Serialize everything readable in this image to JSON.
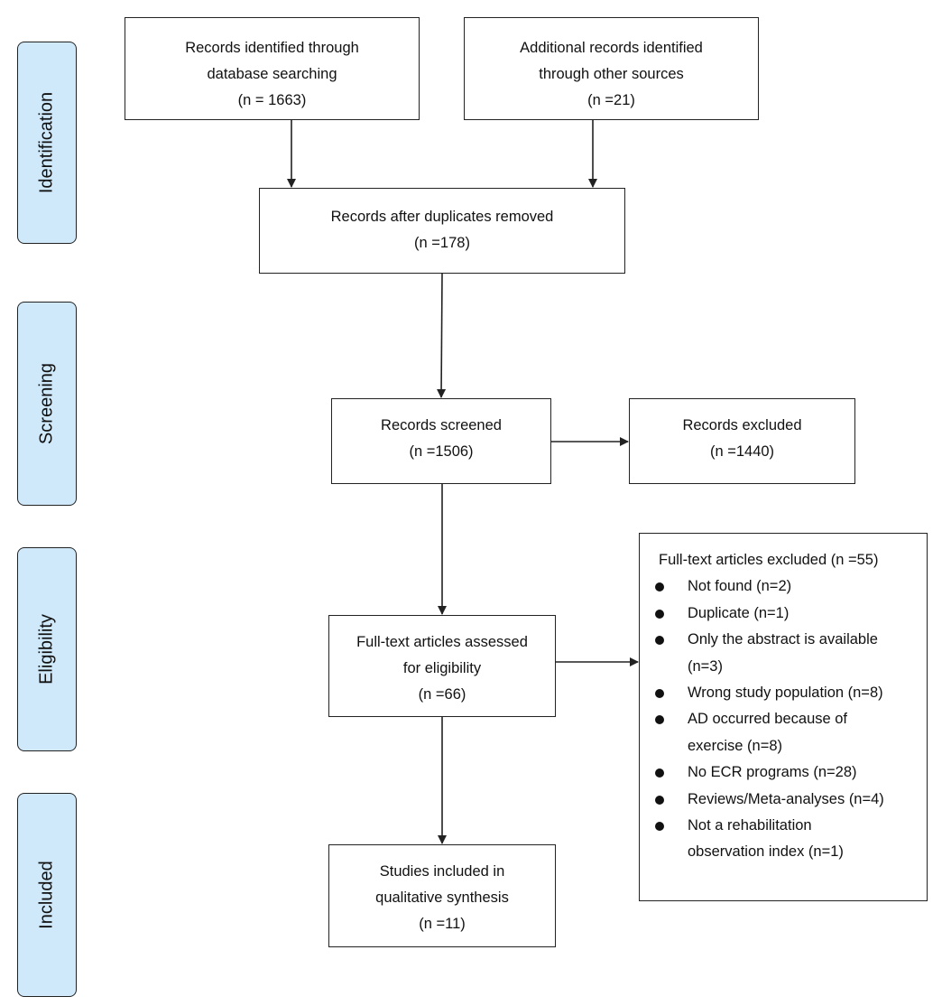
{
  "stages": {
    "identification": "Identification",
    "screening": "Screening",
    "eligibility": "Eligibility",
    "included": "Included"
  },
  "boxes": {
    "database_search": {
      "lines": [
        "Records identified through",
        "database searching",
        "(n = 1663)"
      ]
    },
    "other_sources": {
      "lines": [
        "Additional records identified",
        "through other sources",
        "(n =21)"
      ]
    },
    "duplicates_removed": {
      "lines": [
        "Records after duplicates removed",
        "(n =178)"
      ]
    },
    "screened": {
      "lines": [
        "Records screened",
        "(n =1506)"
      ]
    },
    "excluded": {
      "lines": [
        "Records excluded",
        "(n =1440)"
      ]
    },
    "full_text_assessed": {
      "lines": [
        "Full-text articles assessed",
        "for eligibility",
        "(n =66)"
      ]
    },
    "studies_included": {
      "lines": [
        "Studies included in",
        "qualitative synthesis",
        "(n =11)"
      ]
    }
  },
  "full_text_excluded": {
    "title": "Full-text articles excluded (n =55)",
    "items": [
      {
        "lines": [
          "Not found (n=2)"
        ]
      },
      {
        "lines": [
          "Duplicate (n=1)"
        ]
      },
      {
        "lines": [
          "Only the abstract is available",
          "(n=3)"
        ]
      },
      {
        "lines": [
          "Wrong study population (n=8)"
        ]
      },
      {
        "lines": [
          "AD occurred because of",
          "exercise (n=8)"
        ]
      },
      {
        "lines": [
          "No ECR programs (n=28)"
        ]
      },
      {
        "lines": [
          "Reviews/Meta-analyses (n=4)"
        ]
      },
      {
        "lines": [
          "Not a rehabilitation",
          "observation index (n=1)"
        ]
      }
    ]
  },
  "colors": {
    "stage_fill": "#cfe9fb",
    "line": "#222222"
  }
}
